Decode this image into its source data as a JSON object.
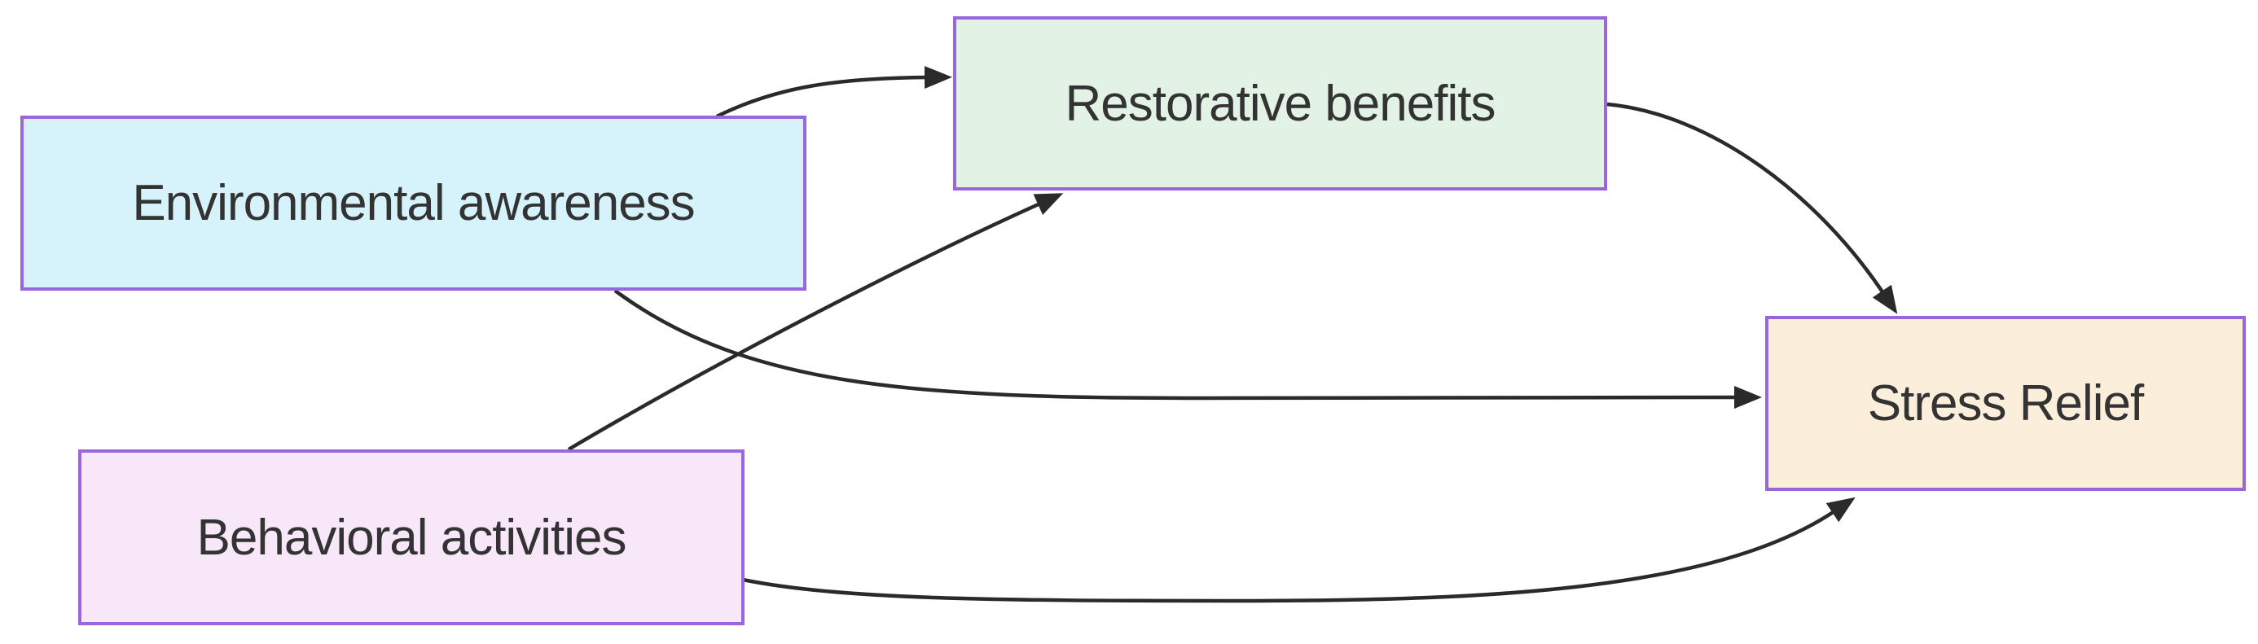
{
  "diagram": {
    "type": "flowchart",
    "background_color": "#ffffff",
    "node_border_color": "#9966dc",
    "edge_color": "#2a2a2a",
    "text_color": "#333333",
    "nodes": [
      {
        "id": "environmental",
        "label": "Environmental awareness",
        "fill": "#d6f2fa"
      },
      {
        "id": "restorative",
        "label": "Restorative benefits",
        "fill": "#e2f2e4"
      },
      {
        "id": "behavioral",
        "label": "Behavioral activities",
        "fill": "#f7e7f8"
      },
      {
        "id": "stress",
        "label": "Stress Relief",
        "fill": "#fbeedb"
      }
    ],
    "edges": [
      {
        "from": "Environmental awareness",
        "to": "Restorative benefits"
      },
      {
        "from": "Environmental awareness",
        "to": "Stress Relief"
      },
      {
        "from": "Behavioral activities",
        "to": "Restorative benefits"
      },
      {
        "from": "Behavioral activities",
        "to": "Stress Relief"
      },
      {
        "from": "Restorative benefits",
        "to": "Stress Relief"
      }
    ]
  }
}
